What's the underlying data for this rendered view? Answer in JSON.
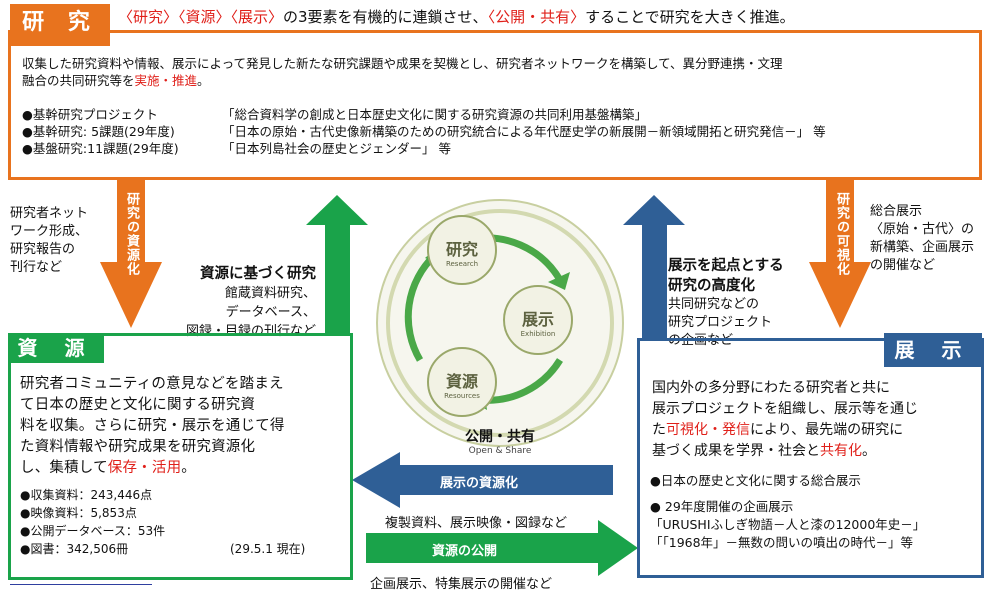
{
  "research": {
    "tag": "研 究",
    "headline_pre": "〈研究〉〈資源〉〈展示〉",
    "headline_mid": "の3要素を有機的に連鎖させ、",
    "headline_red2": "〈公開・共有〉",
    "headline_post": "することで研究を大きく推進。",
    "desc_line1": "収集した研究資料や情報、展示によって発見した新たな研究課題や成果を契機とし、研究者ネットワークを構築して、異分野連携・文理",
    "desc_line2_pre": "融合の共同研究等を",
    "desc_line2_red": "実施・推進",
    "desc_line2_post": "。",
    "projects": [
      {
        "label": "●基幹研究プロジェクト",
        "text": "「総合資料学の創成と日本歴史文化に関する研究資源の共同利用基盤構築」"
      },
      {
        "label": "●基幹研究: 5課題(29年度)",
        "text": "「日本の原始・古代史像新構築のための研究統合による年代歴史学の新展開－新領域開拓と研究発信－」 等"
      },
      {
        "label": "●基盤研究:11課題(29年度)",
        "text": "「日本列島社会の歴史とジェンダー」 等"
      }
    ]
  },
  "left_side": {
    "note": [
      "研究者ネット",
      "ワーク形成、",
      "研究報告の",
      "刊行など"
    ],
    "arrow_label": "研究の資源化"
  },
  "right_side": {
    "note": [
      "総合展示",
      "〈原始・古代〉の",
      "新構築、企画展示",
      "の開催など"
    ],
    "arrow_label": "研究の可視化"
  },
  "resource_research": {
    "title": "資源に基づく研究",
    "lines": [
      "館蔵資料研究、",
      "データベース、",
      "図録・目録の刊行など"
    ]
  },
  "exhibit_research": {
    "title_lines": [
      "展示を起点とする",
      "研究の高度化"
    ],
    "lines": [
      "共同研究などの",
      "研究プロジェクト",
      "の企画など"
    ]
  },
  "cycle": {
    "research": "研究",
    "research_en": "Research",
    "exhibition": "展示",
    "exhibition_en": "Exhibition",
    "resource": "資源",
    "resource_en": "Resources",
    "open": "公開・共有",
    "open_en": "Open & Share"
  },
  "resource": {
    "tag": "資 源",
    "body_lines": [
      "研究者コミュニティの意見などを踏まえ",
      "て日本の歴史と文化に関する研究資",
      "料を収集。さらに研究・展示を通じて得",
      "た資料情報や研究成果を研究資源化"
    ],
    "body_last_pre": "し、集積して",
    "body_last_red": "保存・活用",
    "body_last_post": "。",
    "stats": [
      "●収集資料：243,446点",
      "●映像資料：5,853点",
      "●公開データベース：53件",
      "●図書：342,506冊"
    ],
    "as_of": "(29.5.1 現在)"
  },
  "exhibition": {
    "tag": "展 示",
    "body_lines": [
      "国内外の多分野にわたる研究者と共に",
      "展示プロジェクトを組織し、展示等を通じ"
    ],
    "line3_pre": "た",
    "line3_red": "可視化・発信",
    "line3_post": "により、最先端の研究に",
    "line4_pre": "基づく成果を学界・社会と",
    "line4_red": "共有化",
    "line4_post": "。",
    "item1": "●日本の歴史と文化に関する総合展示",
    "item2": "● 29年度開催の企画展示",
    "item3": "「URUSHIふしぎ物語－人と漆の12000年史－」",
    "item4": "「「1968年」－無数の問いの噴出の時代－」等"
  },
  "bottom": {
    "arrow1_label": "展示の資源化",
    "arrow1_caption": "複製資料、展示映像・図録など",
    "arrow2_label": "資源の公開",
    "arrow2_caption": "企画展示、特集展示の開催など"
  },
  "colors": {
    "research": "#e8731e",
    "resource": "#1aa34a",
    "exhibition": "#2f5f96",
    "emphasis": "#e0201a"
  }
}
